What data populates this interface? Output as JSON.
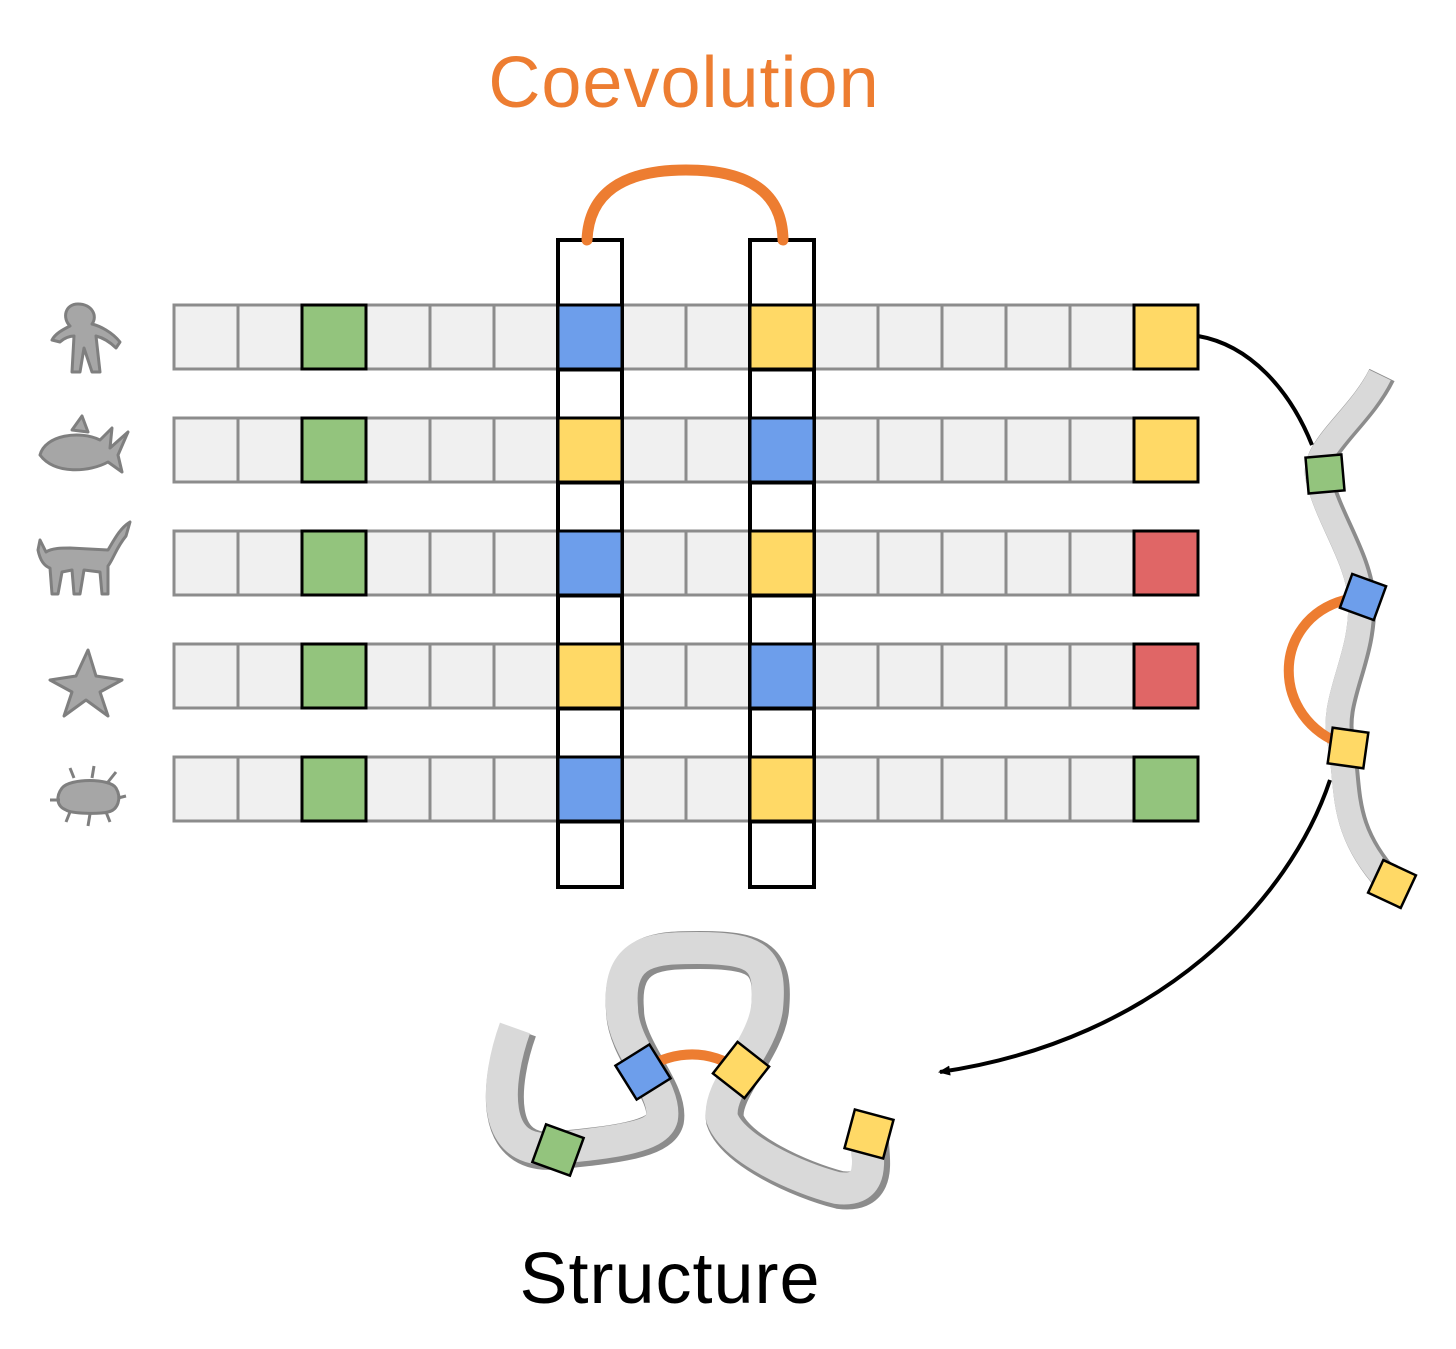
{
  "labels": {
    "coevolution": "Coevolution",
    "structure": "Structure"
  },
  "colors": {
    "accent": "#ED7D31",
    "cell_gray": "#F0F0F0",
    "cell_gray_border": "#8C8C8C",
    "green": "#93C47D",
    "blue": "#6D9EEB",
    "yellow": "#FFD966",
    "red": "#E06666",
    "white": "#FFFFFF",
    "black": "#000000",
    "chain": "#D9D9D9",
    "chain_edge": "#8C8C8C",
    "organism": "#A6A6A6"
  },
  "alignment": {
    "columns": 16,
    "highlighted_columns": [
      6,
      9
    ],
    "rows": [
      {
        "organism": "human-icon",
        "cells": {
          "2": "green",
          "6": "blue",
          "9": "yellow",
          "15": "yellow"
        }
      },
      {
        "organism": "fish-icon",
        "cells": {
          "2": "green",
          "6": "yellow",
          "9": "blue",
          "15": "yellow"
        }
      },
      {
        "organism": "cat-icon",
        "cells": {
          "2": "green",
          "6": "blue",
          "9": "yellow",
          "15": "red"
        }
      },
      {
        "organism": "starfish-icon",
        "cells": {
          "2": "green",
          "6": "yellow",
          "9": "blue",
          "15": "red"
        }
      },
      {
        "organism": "bacterium-icon",
        "cells": {
          "2": "green",
          "6": "blue",
          "9": "yellow",
          "15": "green"
        }
      }
    ]
  },
  "chain_residues": [
    "green",
    "blue",
    "yellow",
    "yellow"
  ],
  "folded_residues": [
    "blue",
    "yellow",
    "green",
    "yellow"
  ]
}
